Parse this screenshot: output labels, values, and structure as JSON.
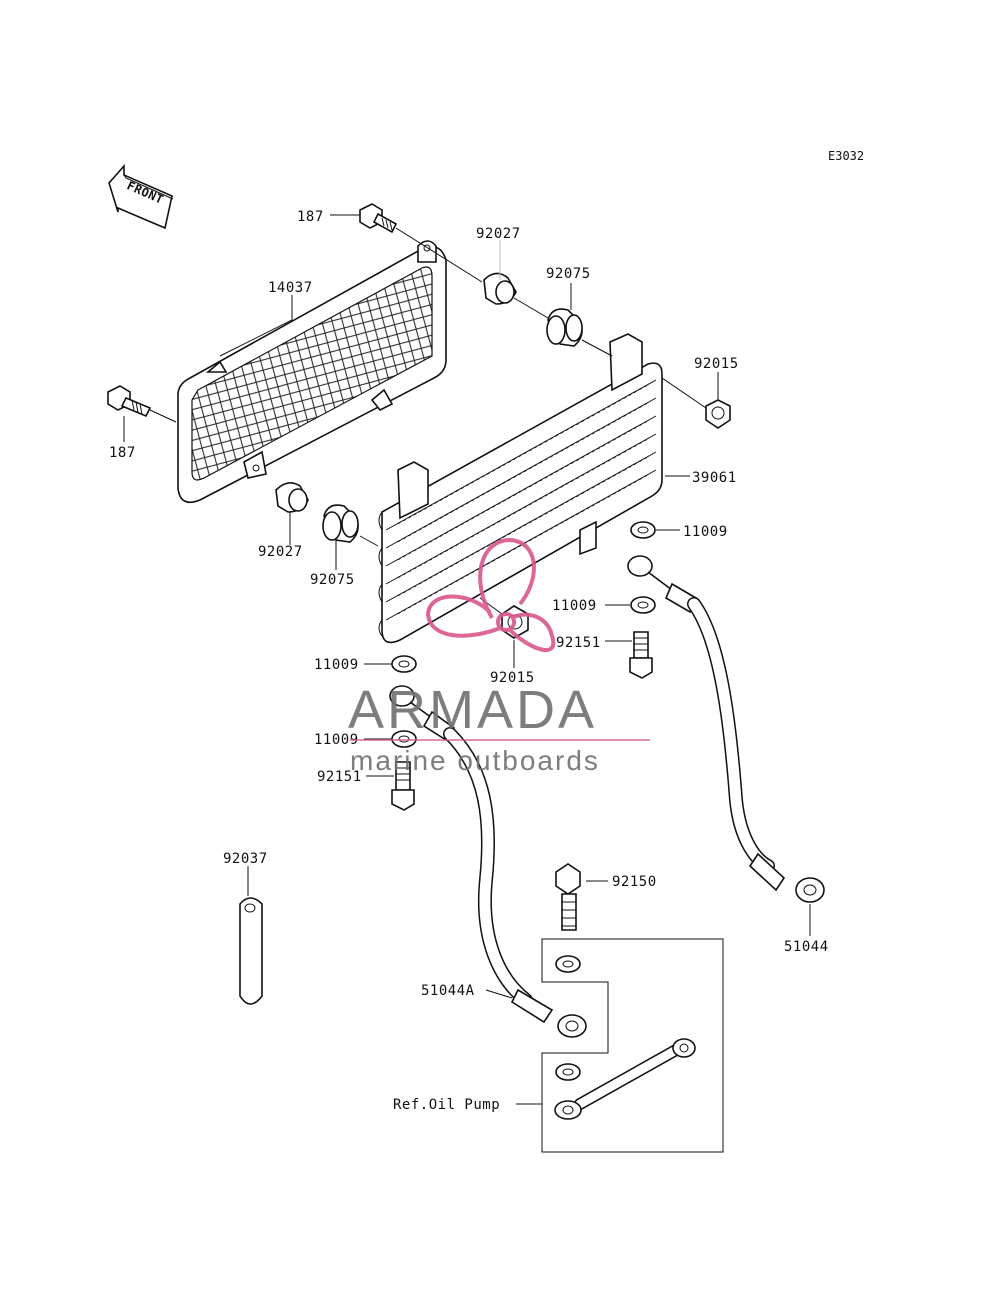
{
  "diagram_code": "E3032",
  "front_label": "FRONT",
  "watermark": {
    "brand": "ARMADA",
    "tagline": "marine outboards",
    "accent_color": "#d9578c",
    "text_color": "#6f6f6f"
  },
  "labels": {
    "bolt_187_top": "187",
    "bolt_187_left": "187",
    "screen_14037": "14037",
    "collar_92027_top": "92027",
    "collar_92027_bottom": "92027",
    "grommet_92075_top": "92075",
    "grommet_92075_bottom": "92075",
    "nut_92015_right": "92015",
    "nut_92015_center": "92015",
    "cooler_39061": "39061",
    "gasket_11009_a": "11009",
    "gasket_11009_b": "11009",
    "gasket_11009_c": "11009",
    "gasket_11009_d": "11009",
    "bolt_92151_right": "92151",
    "bolt_92151_left": "92151",
    "band_92037": "92037",
    "bolt_92150": "92150",
    "hose_51044": "51044",
    "hose_51044A": "51044A",
    "ref_oil_pump": "Ref.Oil Pump"
  }
}
